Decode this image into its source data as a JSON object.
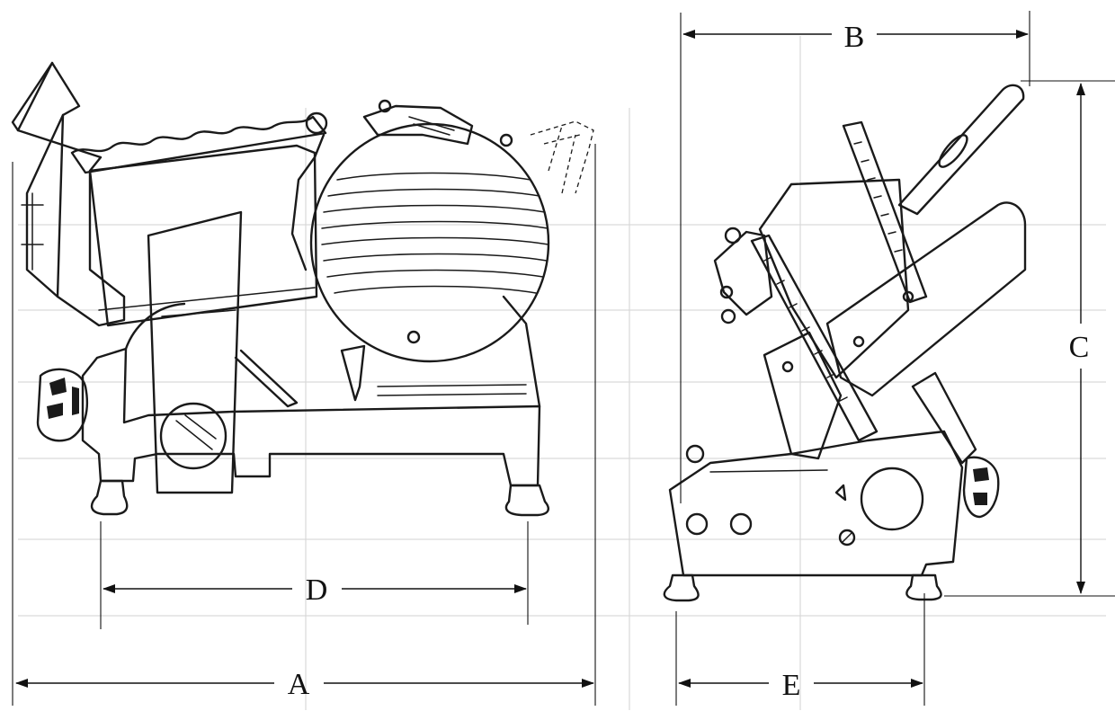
{
  "dimensions": {
    "A": {
      "label": "A"
    },
    "B": {
      "label": "B"
    },
    "C": {
      "label": "C"
    },
    "D": {
      "label": "D"
    },
    "E": {
      "label": "E"
    }
  },
  "colors": {
    "ink": "#1a1a1a",
    "background": "#ffffff",
    "ghost": "#d9d9d9"
  }
}
